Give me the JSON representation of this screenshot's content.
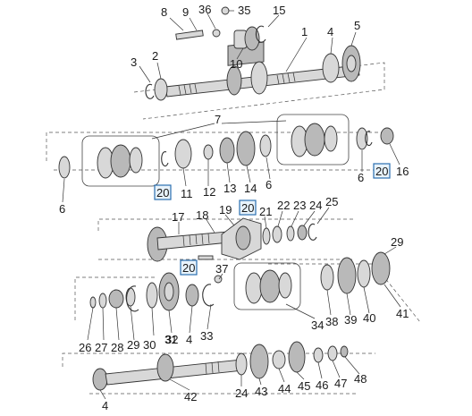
{
  "diagram": {
    "callouts": [
      "1",
      "2",
      "3",
      "4",
      "5",
      "6",
      "7",
      "8",
      "9",
      "10",
      "11",
      "12",
      "13",
      "14",
      "15",
      "16",
      "17",
      "18",
      "19",
      "20",
      "21",
      "22",
      "23",
      "24",
      "25",
      "26",
      "27",
      "28",
      "29",
      "30",
      "31",
      "32",
      "33",
      "34",
      "35",
      "36",
      "37",
      "38",
      "39",
      "40",
      "41",
      "42",
      "43",
      "44",
      "45",
      "46",
      "47",
      "48"
    ],
    "boxed_callout": "20",
    "labels": {
      "l8": "8",
      "l9": "9",
      "l36": "36",
      "l35": "35",
      "l15": "15",
      "l1": "1",
      "l4a": "4",
      "l5": "5",
      "l3": "3",
      "l2": "2",
      "l10": "10",
      "l7": "7",
      "l6a": "6",
      "l6b": "6",
      "l11": "11",
      "l12": "12",
      "l13": "13",
      "l14": "14",
      "l6c": "6",
      "l16": "16",
      "l20a": "20",
      "l20b": "20",
      "l20c": "20",
      "l20d": "20",
      "l17": "17",
      "l18": "18",
      "l19": "19",
      "l21": "21",
      "l22": "22",
      "l23": "23",
      "l24a": "24",
      "l25": "25",
      "l29": "29",
      "l37": "37",
      "l26": "26",
      "l27": "27",
      "l28": "28",
      "l29b": "29",
      "l30": "30",
      "l31": "31",
      "l32": "32",
      "l4b": "4",
      "l33": "33",
      "l34": "34",
      "l38": "38",
      "l39": "39",
      "l40": "40",
      "l41": "41",
      "l4c": "4",
      "l42": "42",
      "l24b": "24",
      "l43": "43",
      "l44": "44",
      "l45": "45",
      "l46": "46",
      "l47": "47",
      "l48": "48"
    }
  }
}
